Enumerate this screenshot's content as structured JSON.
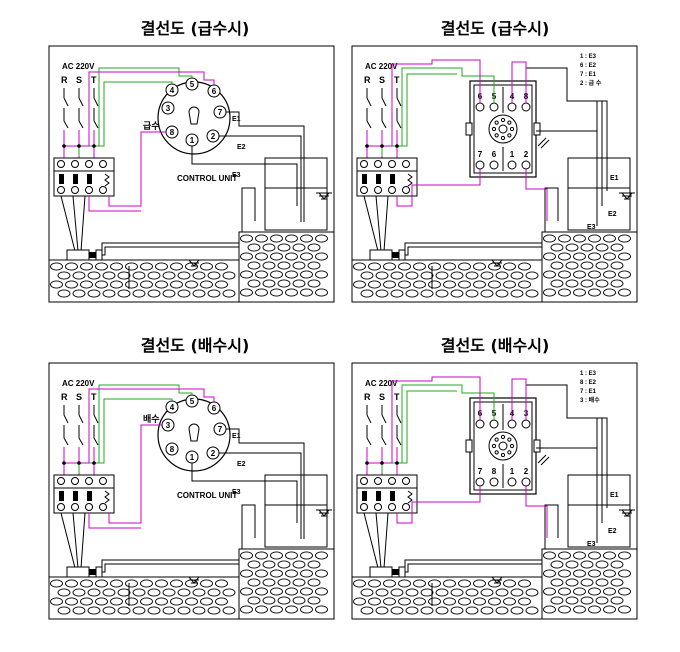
{
  "panels": [
    {
      "title": "결선도 (급수시)",
      "ac": "AC 220V",
      "phases": [
        "R",
        "S",
        "T"
      ],
      "side_label": "급수",
      "unit_label": "CONTROL UNIT",
      "pins": [
        "1",
        "2",
        "3",
        "4",
        "5",
        "6",
        "7",
        "8"
      ],
      "electrodes": [
        "E1",
        "E2",
        "E3"
      ]
    },
    {
      "title": "결선도 (급수시)",
      "ac": "AC 220V",
      "phases": [
        "R",
        "S",
        "T"
      ],
      "legend": [
        "1 : E3",
        "6 : E2",
        "7 : E1",
        "2 : 급 수"
      ],
      "socket_top": [
        "6",
        "5",
        "4",
        "8"
      ],
      "socket_bottom": [
        "7",
        "6",
        "1",
        "2"
      ],
      "electrodes": [
        "E1",
        "E2",
        "E3"
      ]
    },
    {
      "title": "결선도 (배수시)",
      "ac": "AC 220V",
      "phases": [
        "R",
        "S",
        "T"
      ],
      "side_label": "배수",
      "unit_label": "CONTROL UNIT",
      "pins": [
        "1",
        "2",
        "3",
        "4",
        "5",
        "6",
        "7",
        "8"
      ],
      "electrodes": [
        "E1",
        "E2",
        "E3"
      ]
    },
    {
      "title": "결선도 (배수시)",
      "ac": "AC 220V",
      "phases": [
        "R",
        "S",
        "T"
      ],
      "legend": [
        "1 : E3",
        "8 : E2",
        "7 : E1",
        "3 : 배수"
      ],
      "socket_top": [
        "6",
        "5",
        "4",
        "3"
      ],
      "socket_bottom": [
        "7",
        "8",
        "1",
        "2"
      ],
      "electrodes": [
        "E1",
        "E2",
        "E3"
      ]
    }
  ],
  "colors": {
    "magenta": "#cc00cc",
    "green": "#22aa22",
    "line": "#000000"
  }
}
